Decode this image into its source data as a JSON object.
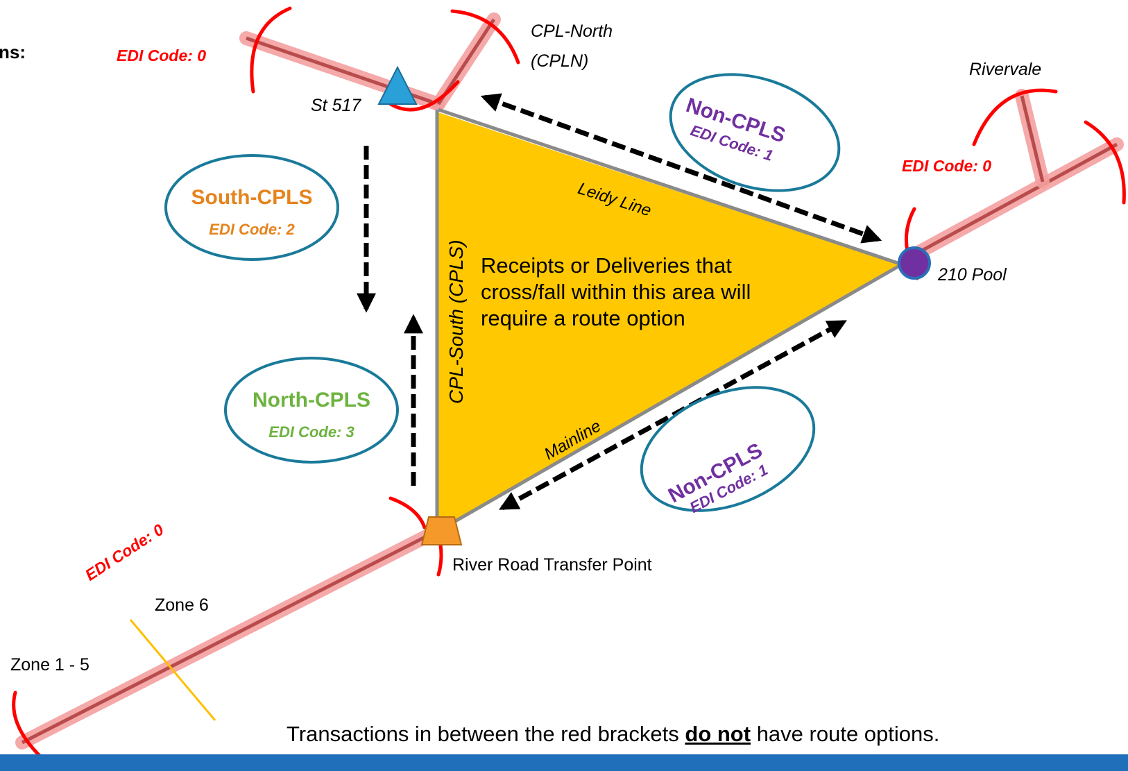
{
  "header": {
    "partial_title": "ns:"
  },
  "colors": {
    "segment_highlight": "#f4a0a0",
    "segment_core": "#b84c4c",
    "bracket": "#ff0000",
    "area_fill": "#ffc800",
    "area_border": "#8a8a8a",
    "arrow": "#000000",
    "bubble_border": "#1a7a9a",
    "south_cpls": "#e6831c",
    "north_cpls": "#6db33f",
    "non_cpls": "#7030a0",
    "zone_divider": "#ffc000",
    "footer_bar": "#1f6fba",
    "st517_marker": "#2aa0d8",
    "pool210_marker": "#7030a0",
    "river_road_marker": "#f59a2a"
  },
  "nodes": {
    "st517": "St 517",
    "cpl_north_line1": "CPL-North",
    "cpl_north_line2": "(CPLN)",
    "rivervale": "Rivervale",
    "pool210": "210 Pool",
    "river_road": "River Road Transfer Point",
    "zone6": "Zone 6",
    "zone15": "Zone 1 - 5"
  },
  "edges": {
    "leidy": "Leidy Line",
    "cpl_south": "CPL-South (CPLS)",
    "mainline": "Mainline"
  },
  "edi_codes": {
    "top_left": "EDI Code: 0",
    "right": "EDI Code: 0",
    "bottom_left": "EDI Code: 0"
  },
  "bubbles": {
    "south_cpls": {
      "title": "South-CPLS",
      "code": "EDI Code: 2"
    },
    "north_cpls": {
      "title": "North-CPLS",
      "code": "EDI Code: 3"
    },
    "non_cpls_top": {
      "title": "Non-CPLS",
      "code": "EDI Code: 1"
    },
    "non_cpls_bottom": {
      "title": "Non-CPLS",
      "code": "EDI Code: 1"
    }
  },
  "area": {
    "line1": "Receipts or Deliveries that",
    "line2": "cross/fall within this area will",
    "line3": "require a route option"
  },
  "note": {
    "before": "Transactions in between the red brackets ",
    "emphasis": "do not",
    "after": " have route options."
  }
}
